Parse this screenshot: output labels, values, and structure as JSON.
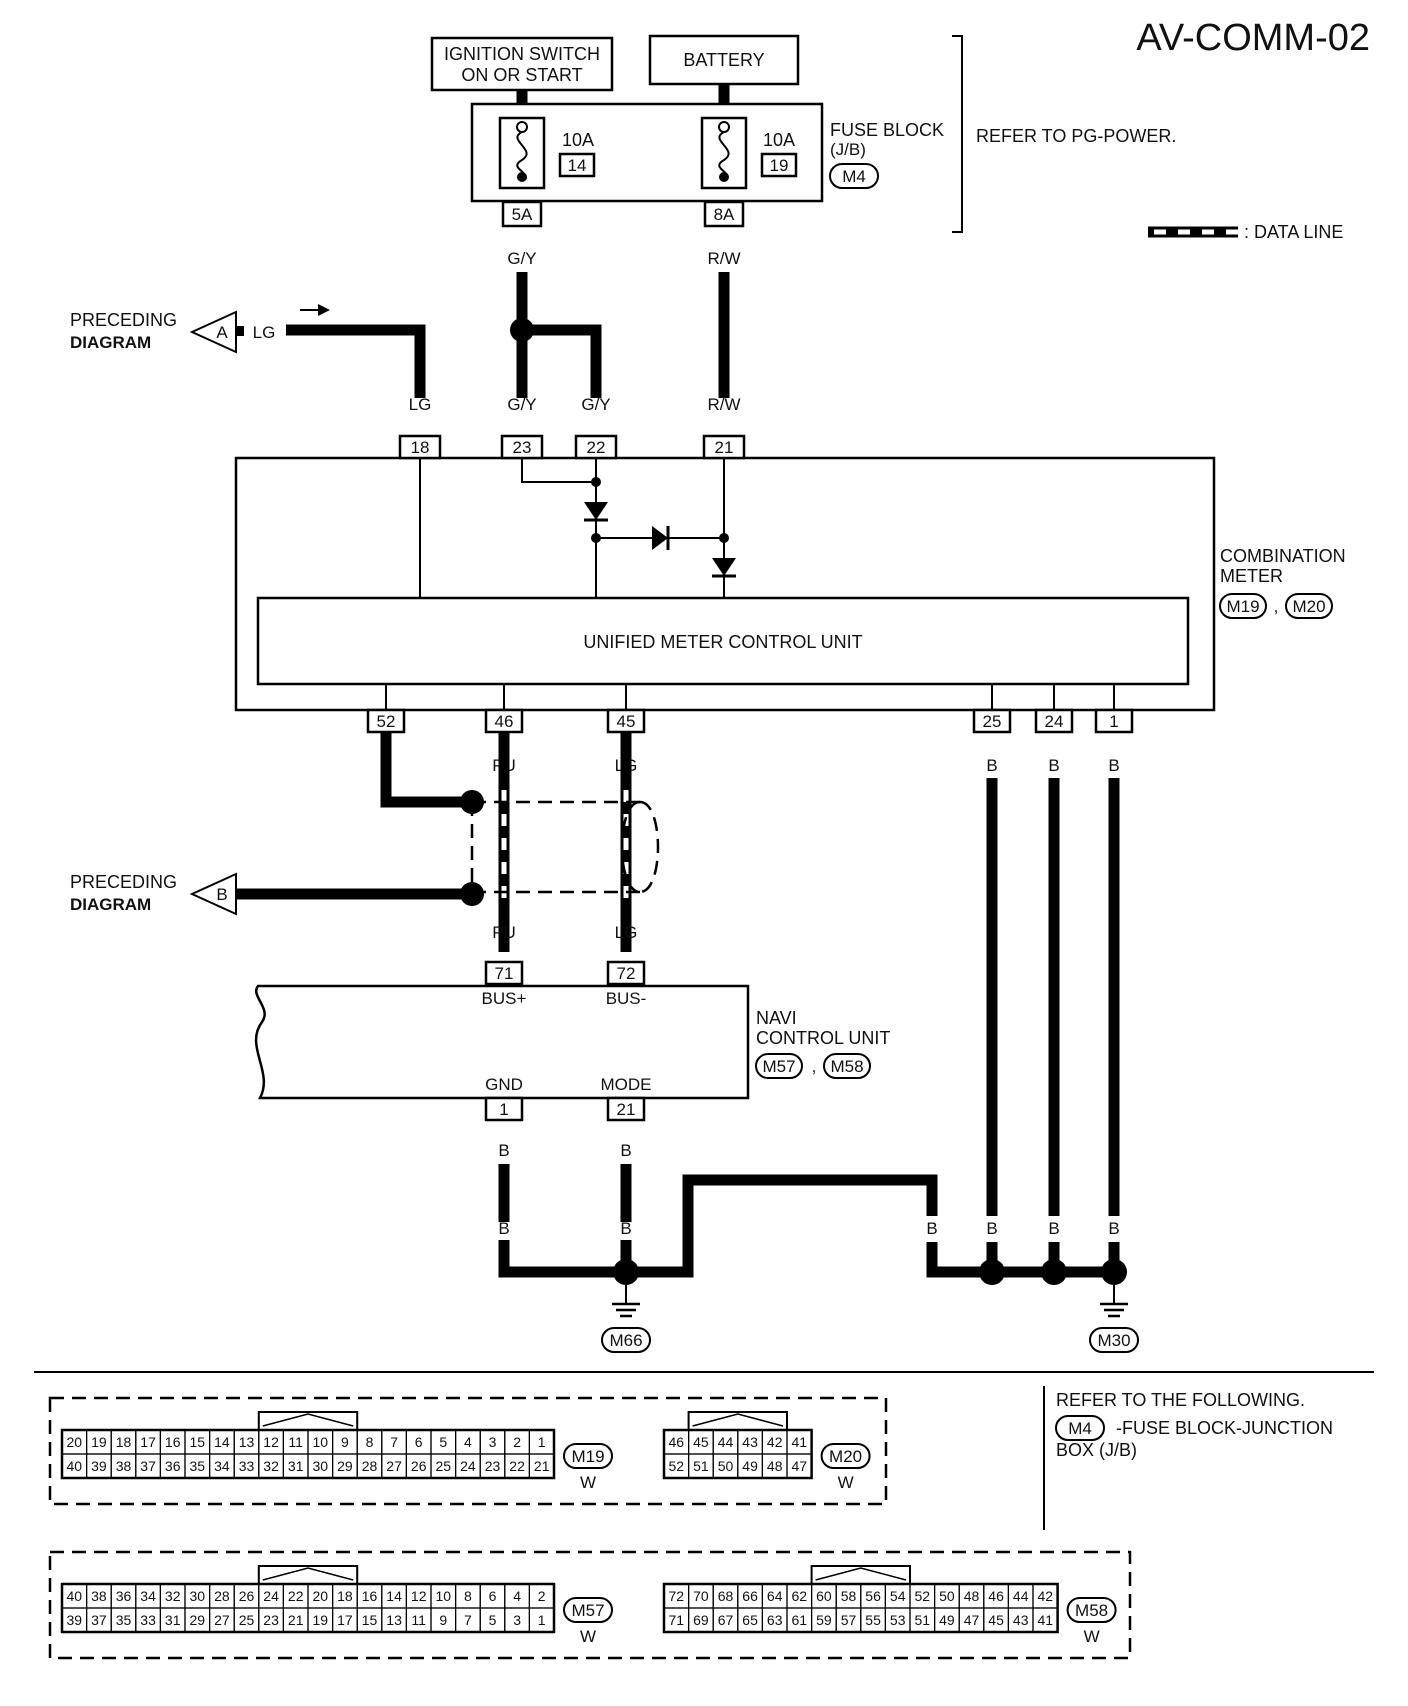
{
  "title": "AV-COMM-02",
  "supplies": {
    "ignition_line1": "IGNITION SWITCH",
    "ignition_line2": "ON OR START",
    "battery": "BATTERY"
  },
  "fuse_block": {
    "label": "FUSE BLOCK",
    "sub": "(J/B)",
    "connector": "M4",
    "refer": "REFER TO PG-POWER.",
    "fuses": [
      {
        "amp": "10A",
        "num": "14",
        "terminal": "5A"
      },
      {
        "amp": "10A",
        "num": "19",
        "terminal": "8A"
      }
    ]
  },
  "legend": {
    "data_line": ": DATA LINE"
  },
  "preceding": {
    "line1": "PRECEDING",
    "line2": "DIAGRAM",
    "a_tag": "A",
    "b_tag": "B"
  },
  "wires": {
    "lg": "LG",
    "gy": "G/Y",
    "rw": "R/W",
    "pu": "PU",
    "b": "B"
  },
  "combination_meter": {
    "label_line1": "COMBINATION",
    "label_line2": "METER",
    "connectors": [
      "M19",
      "M20"
    ],
    "sep": ",",
    "unit": "UNIFIED METER CONTROL UNIT",
    "top_pins": [
      "18",
      "23",
      "22",
      "21"
    ],
    "bottom_pins": [
      "52",
      "46",
      "45",
      "25",
      "24",
      "1"
    ]
  },
  "navi": {
    "label_line1": "NAVI",
    "label_line2": "CONTROL UNIT",
    "connectors": [
      "M57",
      "M58"
    ],
    "sep": ",",
    "pins": [
      "71",
      "72",
      "1",
      "21"
    ],
    "pin_labels": [
      "BUS+",
      "BUS-",
      "GND",
      "MODE"
    ]
  },
  "grounds": [
    "M66",
    "M30"
  ],
  "refer_following": {
    "line1": "REFER TO THE FOLLOWING.",
    "connector": "M4",
    "line2": "-FUSE BLOCK-JUNCTION",
    "line3": "BOX (J/B)"
  },
  "connector_views": [
    {
      "id": "M19",
      "color": "W",
      "top": [
        "20",
        "19",
        "18",
        "17",
        "16",
        "15",
        "14",
        "13",
        "12",
        "11",
        "10",
        "9",
        "8",
        "7",
        "6",
        "5",
        "4",
        "3",
        "2",
        "1"
      ],
      "bottom": [
        "40",
        "39",
        "38",
        "37",
        "36",
        "35",
        "34",
        "33",
        "32",
        "31",
        "30",
        "29",
        "28",
        "27",
        "26",
        "25",
        "24",
        "23",
        "22",
        "21"
      ]
    },
    {
      "id": "M20",
      "color": "W",
      "top": [
        "46",
        "45",
        "44",
        "43",
        "42",
        "41"
      ],
      "bottom": [
        "52",
        "51",
        "50",
        "49",
        "48",
        "47"
      ]
    },
    {
      "id": "M57",
      "color": "W",
      "top": [
        "40",
        "38",
        "36",
        "34",
        "32",
        "30",
        "28",
        "26",
        "24",
        "22",
        "20",
        "18",
        "16",
        "14",
        "12",
        "10",
        "8",
        "6",
        "4",
        "2"
      ],
      "bottom": [
        "39",
        "37",
        "35",
        "33",
        "31",
        "29",
        "27",
        "25",
        "23",
        "21",
        "19",
        "17",
        "15",
        "13",
        "11",
        "9",
        "7",
        "5",
        "3",
        "1"
      ]
    },
    {
      "id": "M58",
      "color": "W",
      "top": [
        "72",
        "70",
        "68",
        "66",
        "64",
        "62",
        "60",
        "58",
        "56",
        "54",
        "52",
        "50",
        "48",
        "46",
        "44",
        "42"
      ],
      "bottom": [
        "71",
        "69",
        "67",
        "65",
        "63",
        "61",
        "59",
        "57",
        "55",
        "53",
        "51",
        "49",
        "47",
        "45",
        "43",
        "41"
      ]
    }
  ]
}
